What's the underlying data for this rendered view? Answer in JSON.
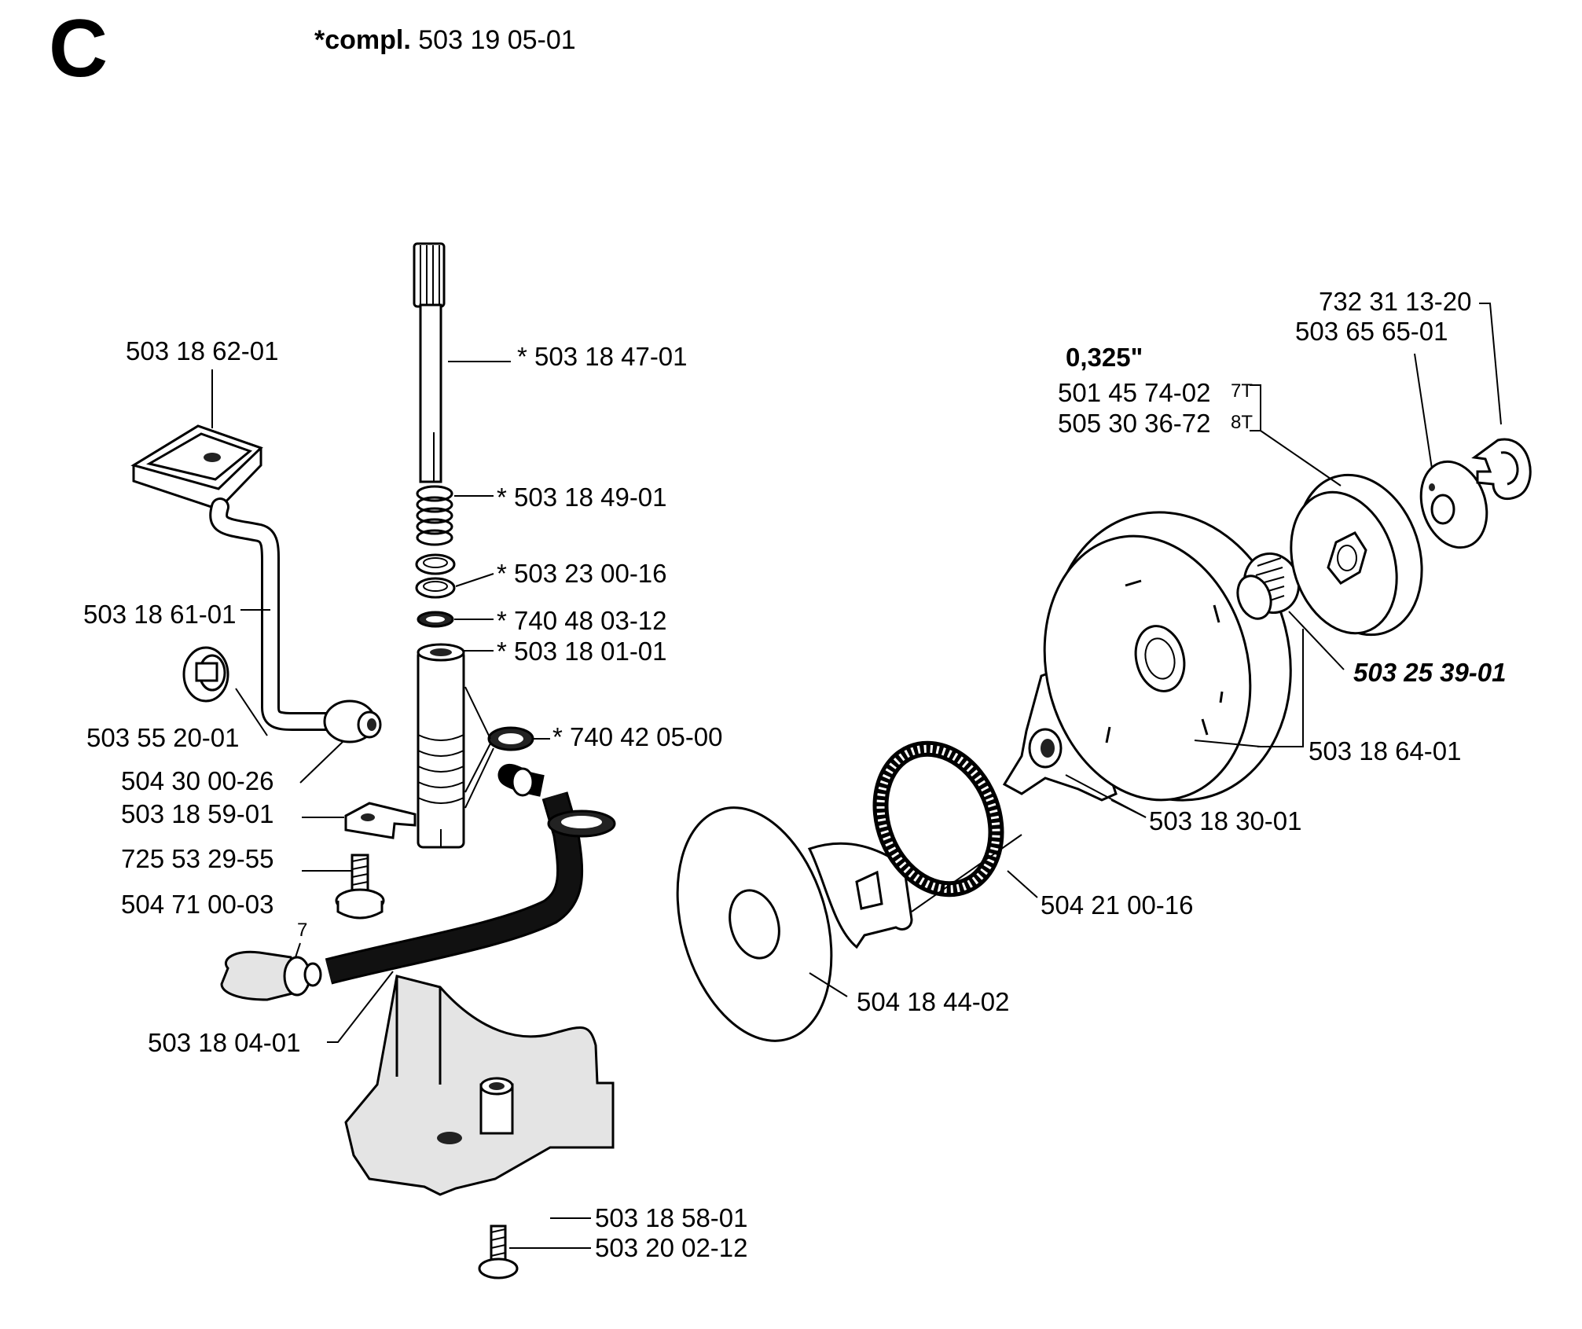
{
  "section_letter": "C",
  "header": {
    "prefix": "*compl.",
    "part_number": "503 19 05-01"
  },
  "chain_pitch": "0,325\"",
  "labels": {
    "p_503186201": "503 18 62-01",
    "p_503184701": "* 503 18 47-01",
    "p_503184901": "* 503 18 49-01",
    "p_503230016": "* 503 23 00-16",
    "p_740480312": "* 740 48 03-12",
    "p_503180101": "* 503 18 01-01",
    "p_740420500": "* 740 42 05-00",
    "p_503186101": "503 18 61-01",
    "p_503552001": "503 55 20-01",
    "p_504300026": "504 30 00-26",
    "p_503185901": "503 18 59-01",
    "p_725532955": "725 53 29-55",
    "p_504710003": "504 71 00-03",
    "p_503180401": "503 18 04-01",
    "p_503185801": "503 18 58-01",
    "p_503200212": "503 20 02-12",
    "p_732311320": "732 31 13-20",
    "p_503656501": "503 65 65-01",
    "p_501457402": "501 45 74-02",
    "p_505303672": "505 30 36-72",
    "p_503253901": "503 25 39-01",
    "p_503186401": "503 18 64-01",
    "p_503183001": "503 18 30-01",
    "p_504210016": "504 21 00-16",
    "p_504184402": "504 18 44-02",
    "tooth_7": "7T",
    "tooth_8": "8T",
    "filter_ref": "7"
  }
}
